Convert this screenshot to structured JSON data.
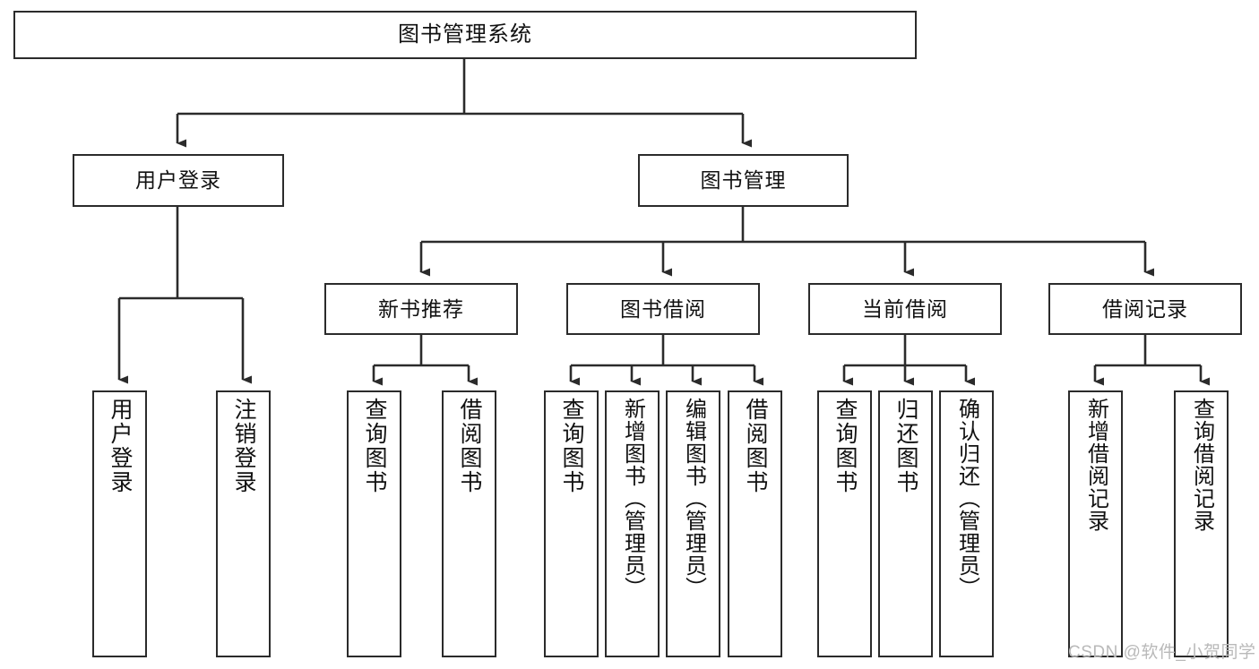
{
  "diagram": {
    "type": "tree",
    "title": "图书管理系统",
    "root": {
      "label": "图书管理系统"
    },
    "level2": [
      {
        "label": "用户登录"
      },
      {
        "label": "图书管理"
      }
    ],
    "level3": [
      {
        "label": "新书推荐"
      },
      {
        "label": "图书借阅"
      },
      {
        "label": "当前借阅"
      },
      {
        "label": "借阅记录"
      }
    ],
    "leaves": {
      "user_login": [
        {
          "label": "用户登录"
        },
        {
          "label": "注销登录"
        }
      ],
      "new_book_recommend": [
        {
          "label": "查询图书"
        },
        {
          "label": "借阅图书"
        }
      ],
      "book_borrow": [
        {
          "label": "查询图书"
        },
        {
          "label": "新增图书（管理员）"
        },
        {
          "label": "编辑图书（管理员）"
        },
        {
          "label": "借阅图书"
        }
      ],
      "current_borrow": [
        {
          "label": "查询图书"
        },
        {
          "label": "归还图书"
        },
        {
          "label": "确认归还（管理员）"
        }
      ],
      "borrow_record": [
        {
          "label": "新增借阅记录"
        },
        {
          "label": "查询借阅记录"
        }
      ]
    }
  },
  "colors": {
    "box_border": "#2b2b2b",
    "box_fill": "#ffffff",
    "line": "#2b2b2b",
    "text": "#111111",
    "watermark": "#b9b9b9"
  },
  "watermark": {
    "text": "CSDN @软件_小贺同学"
  }
}
